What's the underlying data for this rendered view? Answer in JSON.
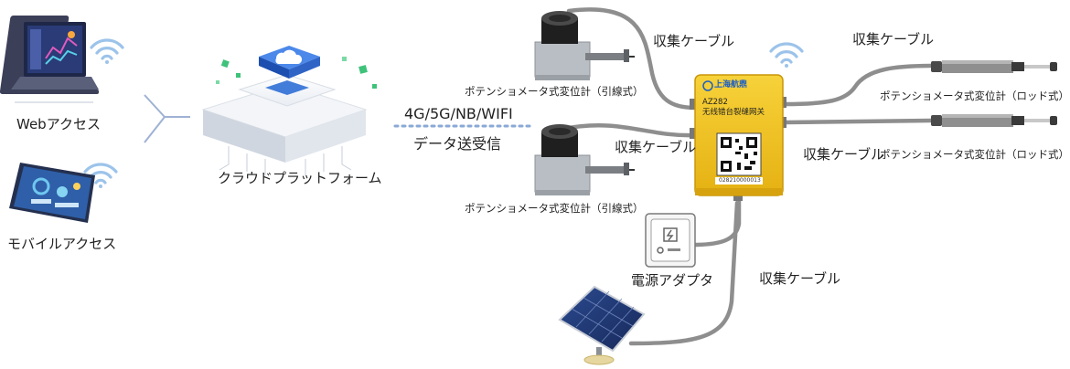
{
  "diagram": {
    "access": {
      "web": "Webアクセス",
      "mobile": "モバイルアクセス"
    },
    "platform": "クラウドプラットフォーム",
    "link": {
      "protocols": "4G/5G/NB/WIFI",
      "transfer": "データ送受信"
    },
    "sensors": {
      "pull_top": "ポテンショメータ式変位計（引線式）",
      "pull_bottom": "ポテンショメータ式変位計（引線式）",
      "rod_top": "ポテンショメータ式変位計（ロッド式）",
      "rod_bottom": "ポテンショメータ式変位計（ロッド式）"
    },
    "cables": {
      "pull_top": "収集ケーブル",
      "pull_bottom": "収集ケーブル",
      "rod_top": "収集ケーブル",
      "rod_bottom": "収集ケーブル",
      "solar": "収集ケーブル"
    },
    "power": "電源アダプタ",
    "gateway": {
      "brand": "上海航鼎",
      "model": "AZ282",
      "name": "无线错台裂缝网关",
      "serial": "028210000013"
    },
    "colors": {
      "cable": "#8e8e8e",
      "gateway_body": "#f2c21b",
      "cloud_blue": "#2f6fd6",
      "accent_green": "#3fc27a",
      "wifi": "#9cc3ea",
      "link_dots": "#8aa9d6"
    }
  }
}
